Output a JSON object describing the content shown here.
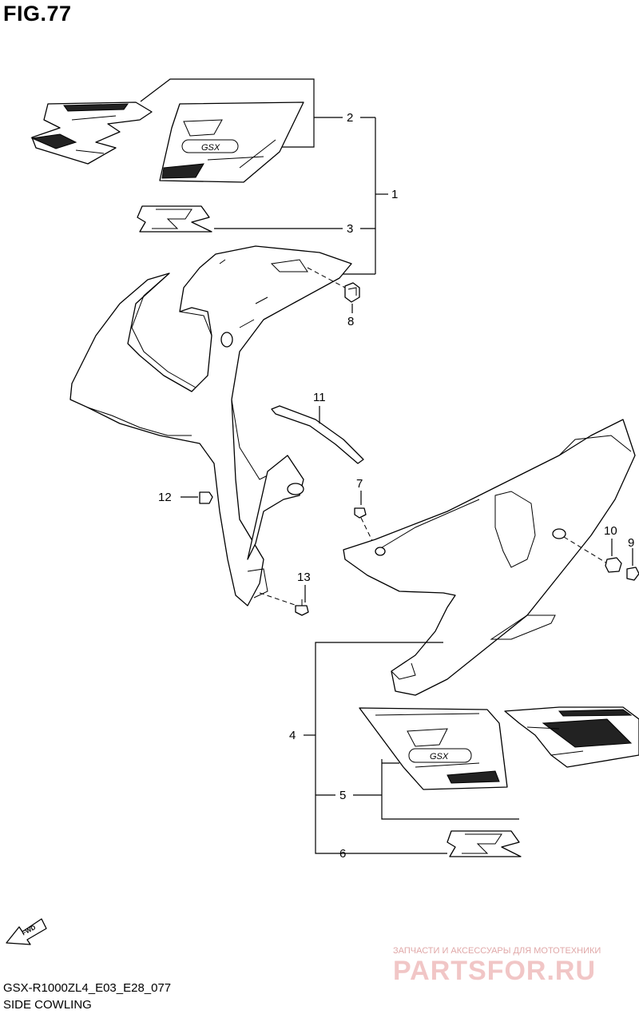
{
  "figure": {
    "label": "FIG.77"
  },
  "callouts": {
    "c1": "1",
    "c2": "2",
    "c3": "3",
    "c4": "4",
    "c5": "5",
    "c6": "6",
    "c7": "7",
    "c8": "8",
    "c9": "9",
    "c10": "10",
    "c11": "11",
    "c12": "12",
    "c13": "13"
  },
  "footer": {
    "model_code": "GSX-R1000ZL4_E03_E28_077",
    "section_name": "SIDE COWLING"
  },
  "watermark": {
    "tagline": "ЗАПЧАСТИ И АКСЕССУАРЫ ДЛЯ МОТОТЕХНИКИ",
    "brand": "PARTSFOR.RU"
  },
  "icons": {
    "fwd_arrow": "fwd-arrow-icon"
  },
  "colors": {
    "line": "#000000",
    "watermark": "#f1c6c6"
  }
}
